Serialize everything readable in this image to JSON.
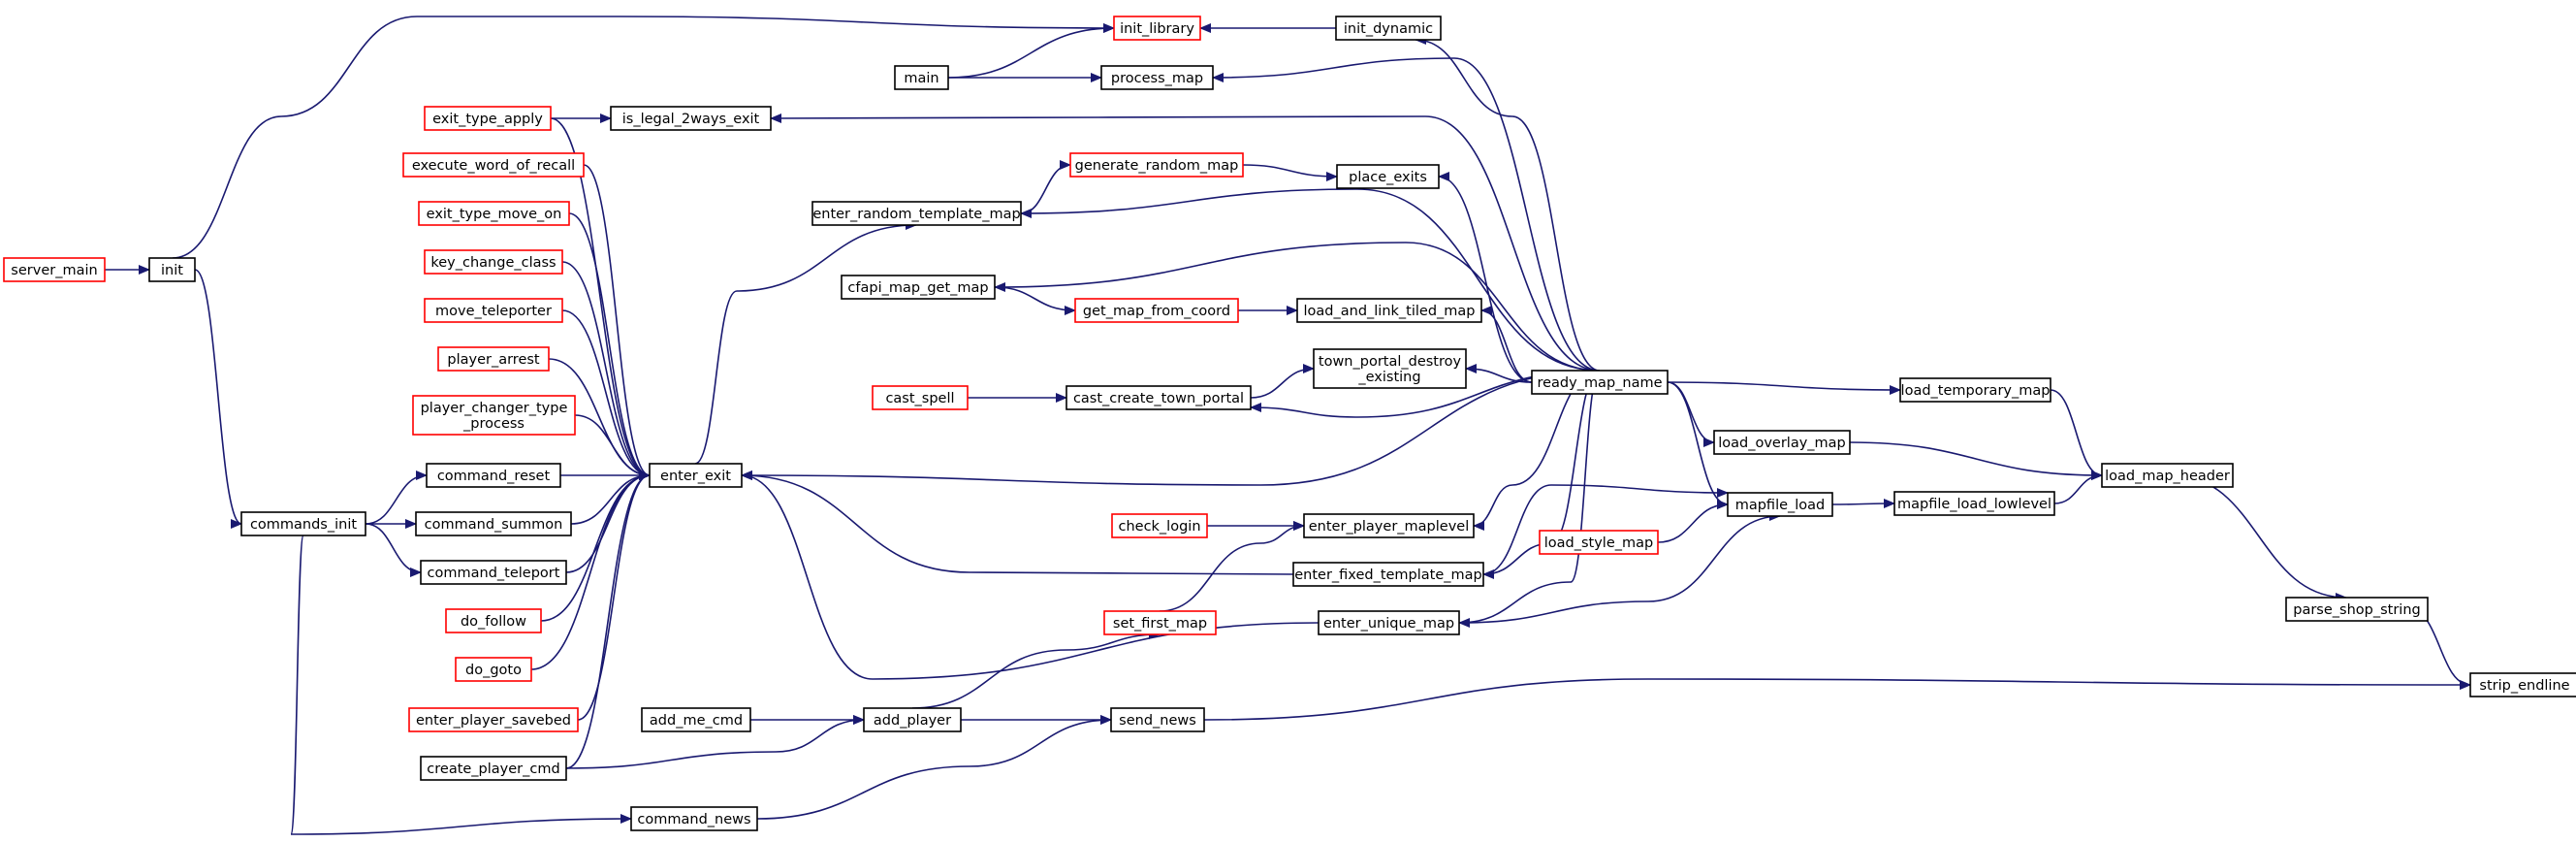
{
  "colors": {
    "edge": "#191970",
    "node_border_default": "#000000",
    "node_border_truncated": "#ff0000",
    "node_fill_default": "#ffffff",
    "node_fill_root": "#bfbfbf"
  },
  "nodes": [
    {
      "id": "strip_endline",
      "lines": [
        "strip_endline"
      ],
      "style": "root"
    },
    {
      "id": "parse_shop_string",
      "lines": [
        "parse_shop_string"
      ],
      "style": "default"
    },
    {
      "id": "load_map_header",
      "lines": [
        "load_map_header"
      ],
      "style": "default"
    },
    {
      "id": "load_temporary_map",
      "lines": [
        "load_temporary_map"
      ],
      "style": "default"
    },
    {
      "id": "load_overlay_map",
      "lines": [
        "load_overlay_map"
      ],
      "style": "default"
    },
    {
      "id": "mapfile_load_lowlevel",
      "lines": [
        "mapfile_load_lowlevel"
      ],
      "style": "default"
    },
    {
      "id": "mapfile_load",
      "lines": [
        "mapfile_load"
      ],
      "style": "default"
    },
    {
      "id": "load_style_map",
      "lines": [
        "load_style_map"
      ],
      "style": "truncated"
    },
    {
      "id": "ready_map_name",
      "lines": [
        "ready_map_name"
      ],
      "style": "default"
    },
    {
      "id": "init_dynamic",
      "lines": [
        "init_dynamic"
      ],
      "style": "default"
    },
    {
      "id": "init_library",
      "lines": [
        "init_library"
      ],
      "style": "truncated"
    },
    {
      "id": "main",
      "lines": [
        "main"
      ],
      "style": "default"
    },
    {
      "id": "process_map",
      "lines": [
        "process_map"
      ],
      "style": "default"
    },
    {
      "id": "is_legal_2ways_exit",
      "lines": [
        "is_legal_2ways_exit"
      ],
      "style": "default"
    },
    {
      "id": "exit_type_apply",
      "lines": [
        "exit_type_apply"
      ],
      "style": "truncated"
    },
    {
      "id": "place_exits",
      "lines": [
        "place_exits"
      ],
      "style": "default"
    },
    {
      "id": "generate_random_map",
      "lines": [
        "generate_random_map"
      ],
      "style": "truncated"
    },
    {
      "id": "enter_random_template_map",
      "lines": [
        "enter_random_template_map"
      ],
      "style": "default"
    },
    {
      "id": "cfapi_map_get_map",
      "lines": [
        "cfapi_map_get_map"
      ],
      "style": "default"
    },
    {
      "id": "get_map_from_coord",
      "lines": [
        "get_map_from_coord"
      ],
      "style": "truncated"
    },
    {
      "id": "load_and_link_tiled_map",
      "lines": [
        "load_and_link_tiled_map"
      ],
      "style": "default"
    },
    {
      "id": "town_portal_destroy_existing",
      "lines": [
        "town_portal_destroy",
        "_existing"
      ],
      "style": "default"
    },
    {
      "id": "cast_create_town_portal",
      "lines": [
        "cast_create_town_portal"
      ],
      "style": "default"
    },
    {
      "id": "cast_spell",
      "lines": [
        "cast_spell"
      ],
      "style": "truncated"
    },
    {
      "id": "enter_exit",
      "lines": [
        "enter_exit"
      ],
      "style": "default"
    },
    {
      "id": "execute_word_of_recall",
      "lines": [
        "execute_word_of_recall"
      ],
      "style": "truncated"
    },
    {
      "id": "exit_type_move_on",
      "lines": [
        "exit_type_move_on"
      ],
      "style": "truncated"
    },
    {
      "id": "key_change_class",
      "lines": [
        "key_change_class"
      ],
      "style": "truncated"
    },
    {
      "id": "move_teleporter",
      "lines": [
        "move_teleporter"
      ],
      "style": "truncated"
    },
    {
      "id": "player_arrest",
      "lines": [
        "player_arrest"
      ],
      "style": "truncated"
    },
    {
      "id": "player_changer_type_process",
      "lines": [
        "player_changer_type",
        "_process"
      ],
      "style": "truncated"
    },
    {
      "id": "command_reset",
      "lines": [
        "command_reset"
      ],
      "style": "default"
    },
    {
      "id": "command_summon",
      "lines": [
        "command_summon"
      ],
      "style": "default"
    },
    {
      "id": "command_teleport",
      "lines": [
        "command_teleport"
      ],
      "style": "default"
    },
    {
      "id": "do_follow",
      "lines": [
        "do_follow"
      ],
      "style": "truncated"
    },
    {
      "id": "do_goto",
      "lines": [
        "do_goto"
      ],
      "style": "truncated"
    },
    {
      "id": "enter_player_savebed",
      "lines": [
        "enter_player_savebed"
      ],
      "style": "truncated"
    },
    {
      "id": "create_player_cmd",
      "lines": [
        "create_player_cmd"
      ],
      "style": "default"
    },
    {
      "id": "commands_init",
      "lines": [
        "commands_init"
      ],
      "style": "default"
    },
    {
      "id": "init",
      "lines": [
        "init"
      ],
      "style": "default"
    },
    {
      "id": "server_main",
      "lines": [
        "server_main"
      ],
      "style": "truncated"
    },
    {
      "id": "enter_player_maplevel",
      "lines": [
        "enter_player_maplevel"
      ],
      "style": "default"
    },
    {
      "id": "check_login",
      "lines": [
        "check_login"
      ],
      "style": "truncated"
    },
    {
      "id": "enter_fixed_template_map",
      "lines": [
        "enter_fixed_template_map"
      ],
      "style": "default"
    },
    {
      "id": "set_first_map",
      "lines": [
        "set_first_map"
      ],
      "style": "truncated"
    },
    {
      "id": "enter_unique_map",
      "lines": [
        "enter_unique_map"
      ],
      "style": "default"
    },
    {
      "id": "add_me_cmd",
      "lines": [
        "add_me_cmd"
      ],
      "style": "default"
    },
    {
      "id": "add_player",
      "lines": [
        "add_player"
      ],
      "style": "default"
    },
    {
      "id": "send_news",
      "lines": [
        "send_news"
      ],
      "style": "default"
    },
    {
      "id": "command_news",
      "lines": [
        "command_news"
      ],
      "style": "default"
    }
  ],
  "edges": [
    [
      "parse_shop_string",
      "strip_endline"
    ],
    [
      "send_news",
      "strip_endline"
    ],
    [
      "load_map_header",
      "parse_shop_string"
    ],
    [
      "load_temporary_map",
      "load_map_header"
    ],
    [
      "load_overlay_map",
      "load_map_header"
    ],
    [
      "mapfile_load_lowlevel",
      "load_map_header"
    ],
    [
      "mapfile_load",
      "mapfile_load_lowlevel"
    ],
    [
      "ready_map_name",
      "load_temporary_map"
    ],
    [
      "ready_map_name",
      "load_overlay_map"
    ],
    [
      "ready_map_name",
      "mapfile_load"
    ],
    [
      "enter_fixed_template_map",
      "mapfile_load"
    ],
    [
      "enter_unique_map",
      "mapfile_load"
    ],
    [
      "load_style_map",
      "mapfile_load"
    ],
    [
      "init_dynamic",
      "init_library"
    ],
    [
      "main",
      "init_library"
    ],
    [
      "init",
      "init_library"
    ],
    [
      "main",
      "process_map"
    ],
    [
      "exit_type_apply",
      "is_legal_2ways_exit"
    ],
    [
      "generate_random_map",
      "place_exits"
    ],
    [
      "enter_random_template_map",
      "generate_random_map"
    ],
    [
      "cfapi_map_get_map",
      "get_map_from_coord"
    ],
    [
      "get_map_from_coord",
      "load_and_link_tiled_map"
    ],
    [
      "cast_create_town_portal",
      "town_portal_destroy_existing"
    ],
    [
      "cast_spell",
      "cast_create_town_portal"
    ],
    [
      "ready_map_name",
      "init_dynamic"
    ],
    [
      "ready_map_name",
      "process_map"
    ],
    [
      "ready_map_name",
      "is_legal_2ways_exit"
    ],
    [
      "ready_map_name",
      "place_exits"
    ],
    [
      "ready_map_name",
      "enter_random_template_map"
    ],
    [
      "ready_map_name",
      "cfapi_map_get_map"
    ],
    [
      "ready_map_name",
      "load_and_link_tiled_map"
    ],
    [
      "ready_map_name",
      "town_portal_destroy_existing"
    ],
    [
      "ready_map_name",
      "cast_create_town_portal"
    ],
    [
      "ready_map_name",
      "enter_exit"
    ],
    [
      "ready_map_name",
      "enter_player_maplevel"
    ],
    [
      "ready_map_name",
      "enter_fixed_template_map"
    ],
    [
      "ready_map_name",
      "enter_unique_map"
    ],
    [
      "enter_exit",
      "enter_random_template_map"
    ],
    [
      "exit_type_apply",
      "enter_exit"
    ],
    [
      "execute_word_of_recall",
      "enter_exit"
    ],
    [
      "exit_type_move_on",
      "enter_exit"
    ],
    [
      "key_change_class",
      "enter_exit"
    ],
    [
      "move_teleporter",
      "enter_exit"
    ],
    [
      "player_arrest",
      "enter_exit"
    ],
    [
      "player_changer_type_process",
      "enter_exit"
    ],
    [
      "command_reset",
      "enter_exit"
    ],
    [
      "command_summon",
      "enter_exit"
    ],
    [
      "command_teleport",
      "enter_exit"
    ],
    [
      "do_follow",
      "enter_exit"
    ],
    [
      "do_goto",
      "enter_exit"
    ],
    [
      "enter_player_savebed",
      "enter_exit"
    ],
    [
      "create_player_cmd",
      "enter_exit"
    ],
    [
      "enter_fixed_template_map",
      "enter_exit"
    ],
    [
      "enter_unique_map",
      "enter_exit"
    ],
    [
      "commands_init",
      "command_reset"
    ],
    [
      "commands_init",
      "command_summon"
    ],
    [
      "commands_init",
      "command_teleport"
    ],
    [
      "init",
      "commands_init"
    ],
    [
      "commands_init",
      "command_news"
    ],
    [
      "server_main",
      "init"
    ],
    [
      "check_login",
      "enter_player_maplevel"
    ],
    [
      "set_first_map",
      "enter_player_maplevel"
    ],
    [
      "add_player",
      "set_first_map"
    ],
    [
      "add_me_cmd",
      "add_player"
    ],
    [
      "create_player_cmd",
      "add_player"
    ],
    [
      "add_player",
      "send_news"
    ],
    [
      "command_news",
      "send_news"
    ]
  ]
}
